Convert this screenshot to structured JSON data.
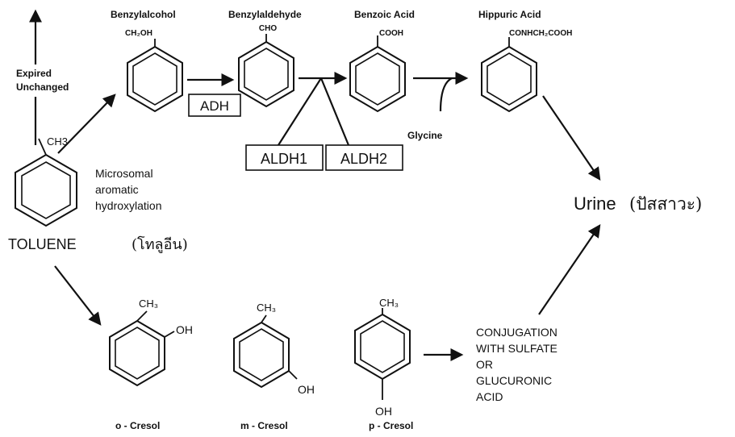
{
  "compounds": {
    "benzylalcohol": {
      "name": "Benzylalcohol",
      "group": "CH₂OH"
    },
    "benzylaldehyde": {
      "name": "Benzylaldehyde",
      "group": "CHO"
    },
    "benzoic_acid": {
      "name": "Benzoic Acid",
      "group": "COOH"
    },
    "hippuric_acid": {
      "name": "Hippuric Acid",
      "group": "CONHCH₂COOH"
    },
    "toluene": {
      "name": "TOLUENE",
      "thai": "(โทลูอีน)",
      "group": "CH3"
    },
    "o_cresol": {
      "name": "o - Cresol",
      "methyl": "CH₃",
      "hydroxyl": "OH"
    },
    "m_cresol": {
      "name": "m - Cresol",
      "methyl": "CH₃",
      "hydroxyl": "OH"
    },
    "p_cresol": {
      "name": "p - Cresol",
      "methyl": "CH₃",
      "hydroxyl": "OH"
    }
  },
  "enzymes": {
    "adh": "ADH",
    "aldh1": "ALDH1",
    "aldh2": "ALDH2"
  },
  "labels": {
    "expired_line1": "Expired",
    "expired_line2": "Unchanged",
    "microsomal_line1": "Microsomal",
    "microsomal_line2": "aromatic",
    "microsomal_line3": "hydroxylation",
    "glycine": "Glycine",
    "urine": "Urine",
    "urine_thai": "(ปัสสาวะ)",
    "conj_line1": "CONJUGATION",
    "conj_line2": "WITH SULFATE",
    "conj_line3": "OR",
    "conj_line4": "GLUCURONIC",
    "conj_line5": "ACID"
  }
}
